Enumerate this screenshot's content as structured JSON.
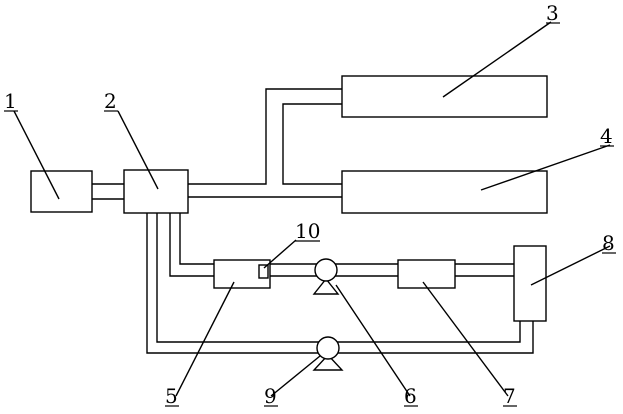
{
  "labels": {
    "c1": "1",
    "c2": "2",
    "c3": "3",
    "c4": "4",
    "c5": "5",
    "c6": "6",
    "c7": "7",
    "c8": "8",
    "c9": "9",
    "c10": "10"
  }
}
